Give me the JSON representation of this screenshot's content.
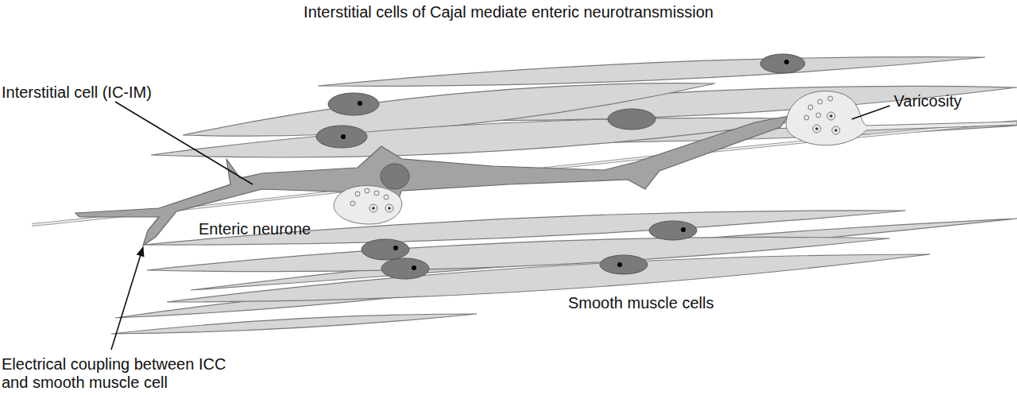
{
  "diagram": {
    "title": "Interstitial cells of Cajal mediate enteric neurotransmission",
    "labels": [
      "Interstitial cell (IC-IM)",
      "Varicosity",
      "Enteric neurone",
      "Smooth muscle cells",
      "Electrical coupling between ICC and smooth muscle cell"
    ]
  }
}
